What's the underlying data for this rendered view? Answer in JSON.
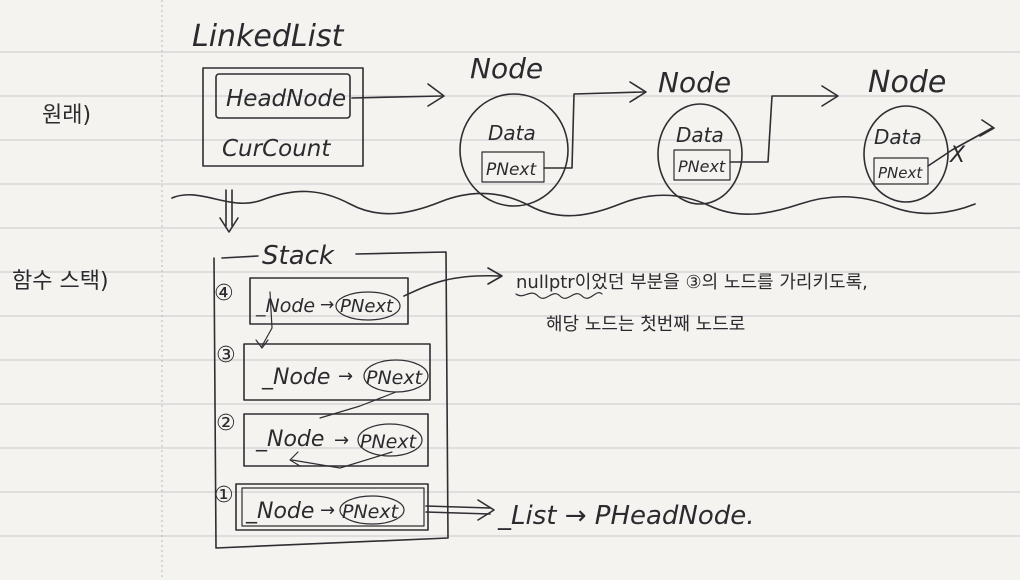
{
  "linked_list": {
    "title": "LinkedList",
    "fields": [
      "HeadNode",
      "CurCount"
    ]
  },
  "nodes": [
    {
      "title": "Node",
      "data_label": "Data",
      "next_label": "PNext"
    },
    {
      "title": "Node",
      "data_label": "Data",
      "next_label": "PNext"
    },
    {
      "title": "Node",
      "data_label": "Data",
      "next_label": "PNext"
    }
  ],
  "side_labels": {
    "original": "원래)",
    "function_stack": "함수 스택)"
  },
  "stack": {
    "title": "Stack",
    "frames": [
      {
        "num": "④",
        "node": "_Node",
        "arrow": "→",
        "next": "PNext"
      },
      {
        "num": "③",
        "node": "_Node",
        "arrow": "→",
        "next": "PNext"
      },
      {
        "num": "②",
        "node": "_Node",
        "arrow": "→",
        "next": "PNext"
      },
      {
        "num": "①",
        "node": "_Node",
        "arrow": "→",
        "next": "PNext"
      }
    ]
  },
  "notes": {
    "line1": "nullptr이었던 부분을 ③의 노드를 가리키도록,",
    "line2": "해당 노드는 첫번째 노드로",
    "bottom": "_List → PHeadNode."
  },
  "null_mark": "X"
}
